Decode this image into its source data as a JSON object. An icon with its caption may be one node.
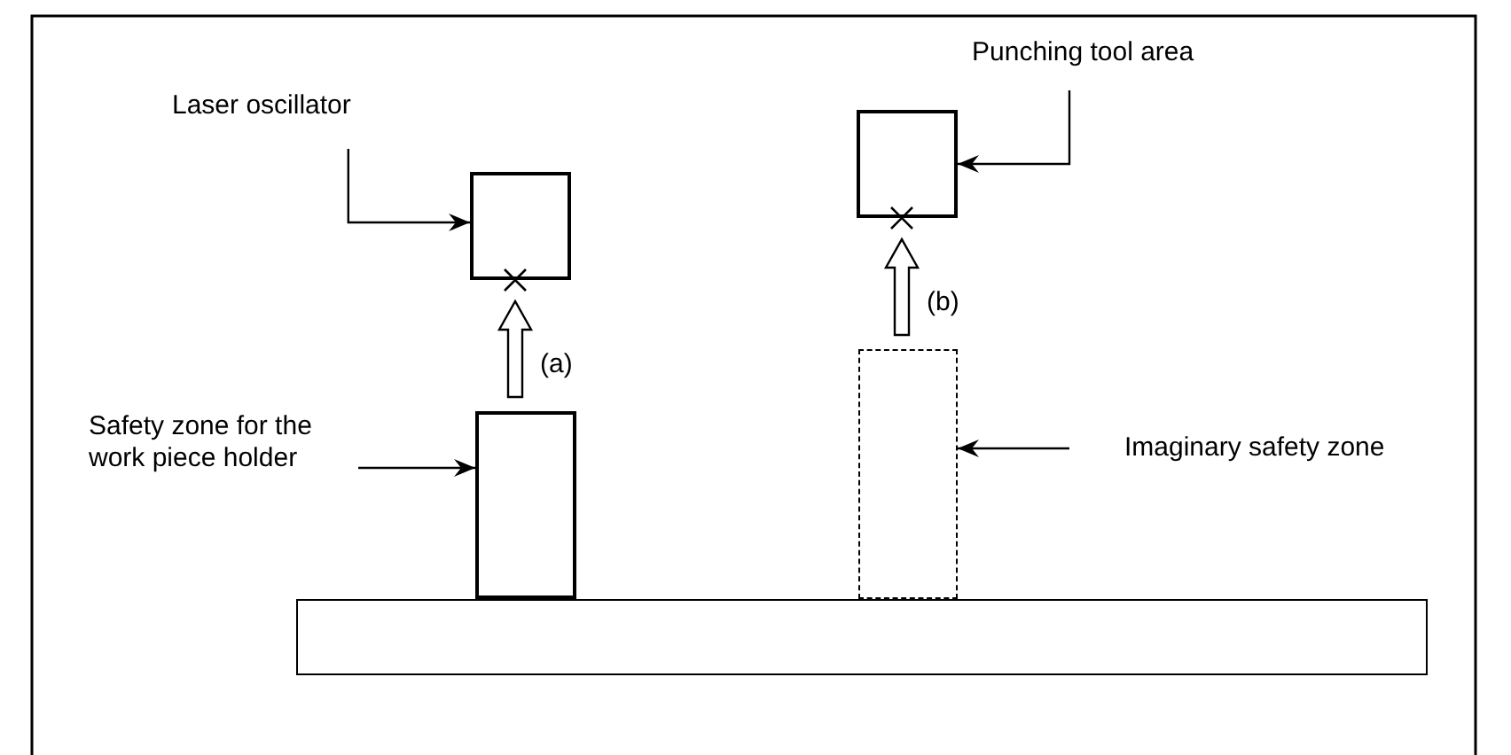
{
  "diagram": {
    "nodes": [
      {
        "text": [
          "Laser oscillator"
        ]
      },
      {
        "text": [],
        "shape": "box"
      },
      {
        "text": [
          "Punching tool area"
        ]
      },
      {
        "text": [],
        "shape": "box"
      },
      {
        "text": [
          "Safety zone for the work piece holder"
        ]
      },
      {
        "text": [],
        "shape": "box"
      },
      {
        "text": [
          "Imaginary safety zone"
        ]
      },
      {
        "text": [],
        "shape": "box"
      },
      {
        "text": [],
        "shape": "bar"
      }
    ],
    "edges": [
      {
        "from": 0,
        "to": 1,
        "arrow": "to"
      },
      {
        "from": 2,
        "to": 3,
        "arrow": "to"
      },
      {
        "from": 5,
        "to": 1,
        "arrow": "to",
        "label": "(a)",
        "style": "thick"
      },
      {
        "from": 4,
        "to": 5,
        "arrow": "to"
      },
      {
        "from": 7,
        "to": 3,
        "arrow": "to",
        "label": "(b)",
        "style": "thick"
      },
      {
        "from": 6,
        "to": 7,
        "arrow": "to"
      }
    ]
  }
}
